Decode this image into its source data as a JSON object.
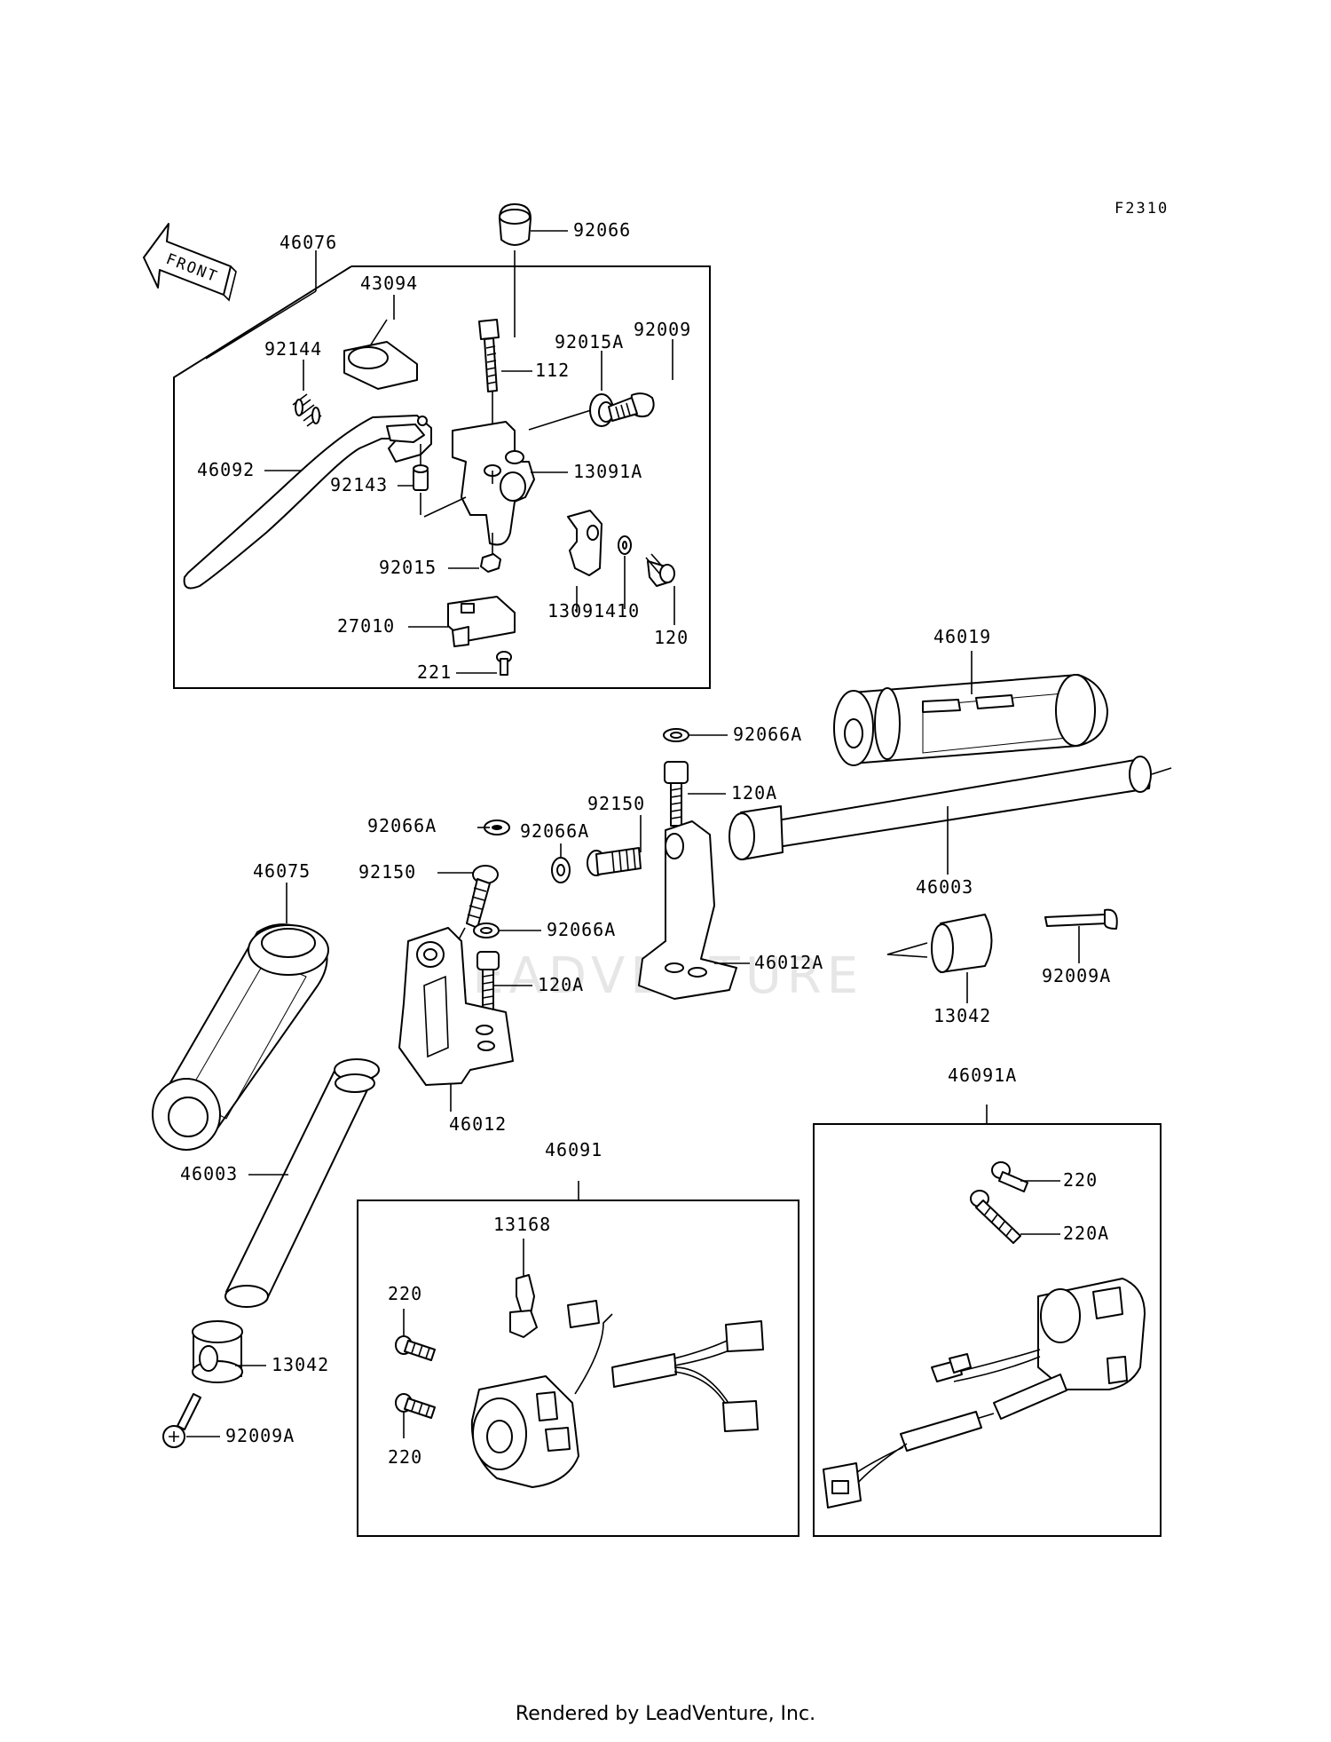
{
  "figure_code": "F2310",
  "direction_label": "FRONT",
  "watermark": "LEADVENTURE",
  "footer": "Rendered by LeadVenture, Inc.",
  "part_labels": [
    "92066",
    "46076",
    "43094",
    "92144",
    "112",
    "92015A",
    "92009",
    "46092",
    "92143",
    "13091A",
    "92015",
    "13091",
    "410",
    "120",
    "27010",
    "221",
    "46019",
    "92066A",
    "120A",
    "92150",
    "92066A",
    "92066A",
    "46003",
    "46075",
    "92150",
    "92066A",
    "46012A",
    "120A",
    "13042",
    "92009A",
    "46012",
    "46091A",
    "46091",
    "13168",
    "220",
    "220",
    "220A",
    "220",
    "46003",
    "13042",
    "92009A"
  ]
}
